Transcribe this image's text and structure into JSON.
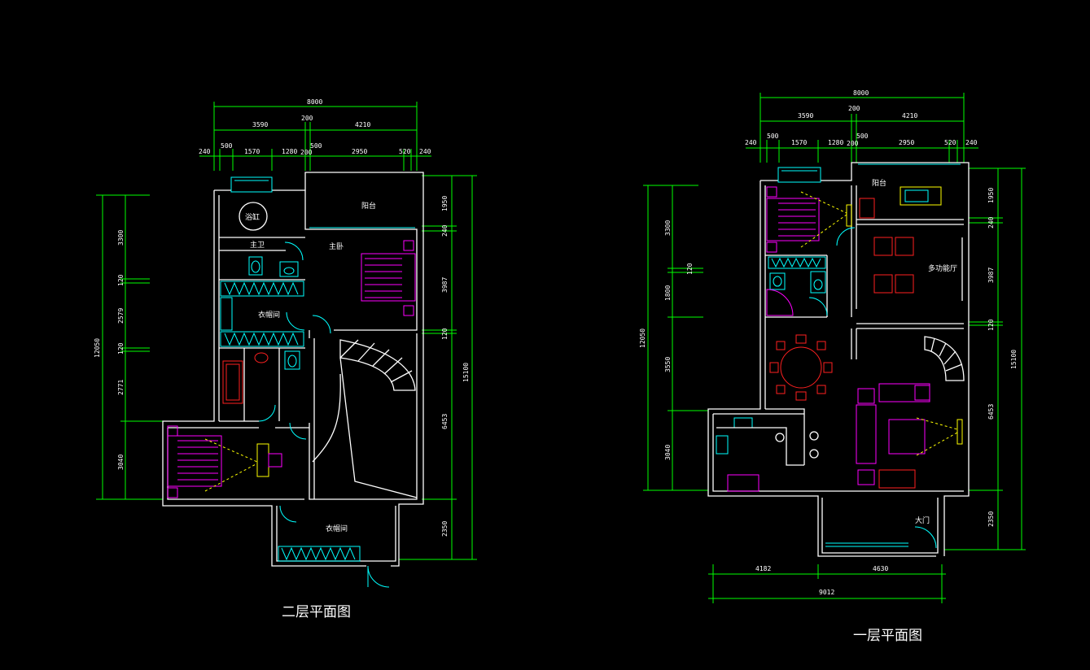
{
  "plans": {
    "second_floor": {
      "title": "二层平面图",
      "top_dims": {
        "total": "8000",
        "left": "3590",
        "mid": "200",
        "right": "4210"
      },
      "detail_dims": [
        "240",
        "500",
        "1570",
        "1280",
        "200",
        "500",
        "2950",
        "520",
        "240"
      ],
      "left_dims": {
        "total": "12050",
        "segments": [
          "3300",
          "120",
          "2579",
          "120",
          "2771",
          "3040"
        ]
      },
      "right_dims": {
        "total": "15100",
        "segments": [
          "1950",
          "240",
          "3987",
          "120",
          "6453",
          "2350"
        ]
      },
      "rooms": {
        "bathtub": "浴缸",
        "master_bath": "主卫",
        "balcony": "阳台",
        "master_bedroom": "主卧",
        "cloakroom": "衣帽间",
        "cloakroom_lower": "衣帽间"
      }
    },
    "first_floor": {
      "title": "一层平面图",
      "top_dims": {
        "total": "8000",
        "left": "3590",
        "mid": "200",
        "right": "4210"
      },
      "detail_dims": [
        "240",
        "500",
        "1570",
        "1280",
        "200",
        "500",
        "2950",
        "520",
        "240"
      ],
      "left_dims": {
        "total": "12050",
        "segments": [
          "3300",
          "120",
          "1800",
          "3550",
          "3040"
        ]
      },
      "right_dims": {
        "total": "15100",
        "segments": [
          "1950",
          "240",
          "3987",
          "120",
          "6453",
          "2350"
        ]
      },
      "bottom_dims": {
        "left": "4182",
        "right": "4630",
        "total": "9012"
      },
      "rooms": {
        "balcony": "阳台",
        "multi_hall": "多功能厅",
        "main_door": "大门"
      }
    }
  },
  "colors": {
    "dimension": "#00ff00",
    "wall": "#ffffff",
    "fixture": "#00ffff",
    "bed": "#ff00ff",
    "furniture": "#ff2020",
    "lamp": "#ffff00"
  }
}
